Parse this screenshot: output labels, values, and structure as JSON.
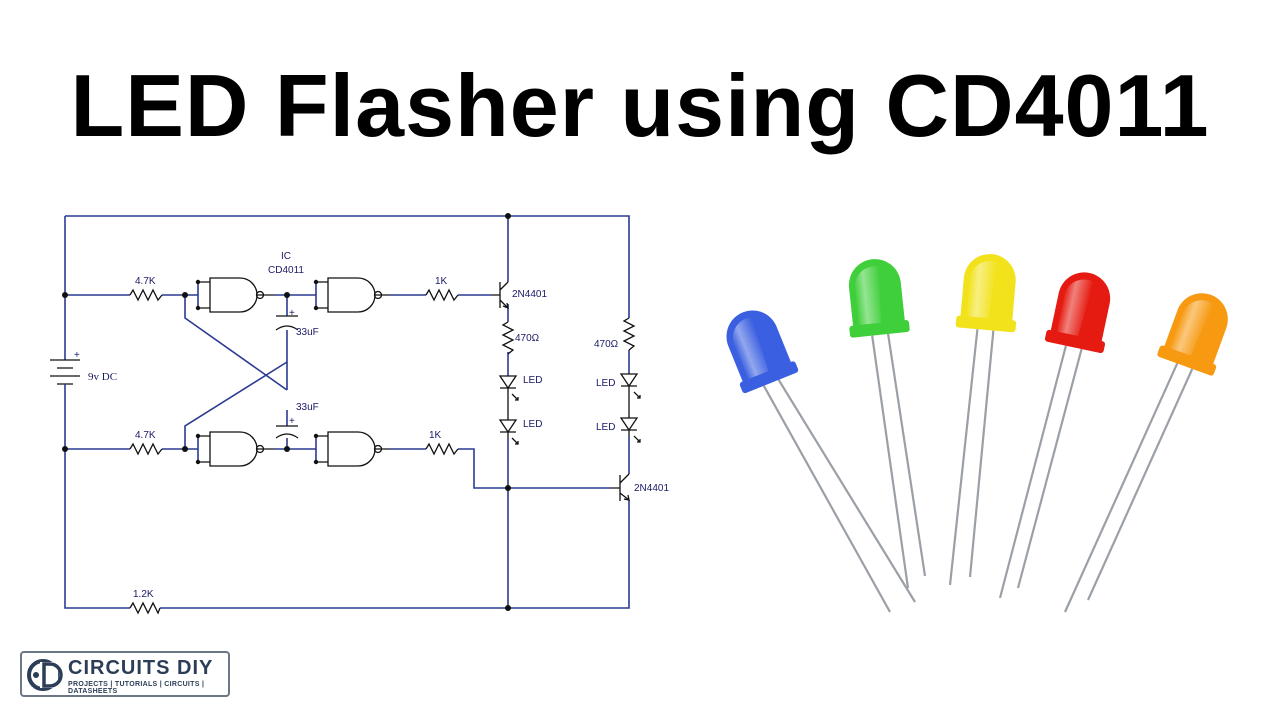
{
  "title": "LED Flasher using CD4011",
  "schematic": {
    "ic_label": "IC",
    "ic_part": "CD4011",
    "r_top_left": "4.7K",
    "r_bottom_left": "4.7K",
    "r_top_base": "1K",
    "r_bottom_base": "1K",
    "r_bottom_rail": "1.2K",
    "cap_top": "33uF",
    "cap_bottom": "33uF",
    "cap_plus": "+",
    "battery_plus": "+",
    "battery_label": "9v DC",
    "transistor_top": "2N4401",
    "transistor_bottom": "2N4401",
    "r_led_left": "470Ω",
    "r_led_right": "470Ω",
    "led_label": "LED"
  },
  "photo": {
    "leds": [
      {
        "color": "blue",
        "fill": "#3a5fe0"
      },
      {
        "color": "green",
        "fill": "#3fcf3a"
      },
      {
        "color": "yellow",
        "fill": "#f2e21b"
      },
      {
        "color": "red",
        "fill": "#e51a10"
      },
      {
        "color": "orange",
        "fill": "#f79a12"
      }
    ]
  },
  "logo": {
    "name": "CIRCUITS DIY",
    "tagline": "PROJECTS | TUTORIALS | CIRCUITS | DATASHEETS",
    "mark": "CD",
    "color": "#2c3e57"
  }
}
